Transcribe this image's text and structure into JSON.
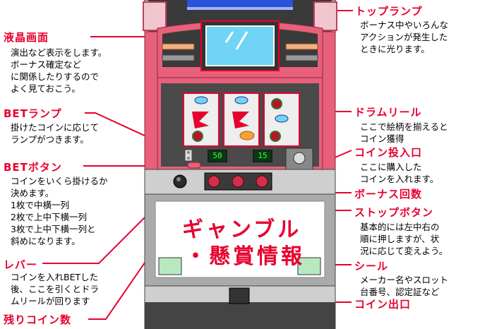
{
  "labels": {
    "top_lamp": {
      "title": "トップランプ",
      "desc": "ボーナス中やいろんな\nアクションが発生した\nときに光ります。"
    },
    "lcd": {
      "title": "液晶画面",
      "desc": "演出など表示をします。\nボーナス確定など\nに関係したりするので\nよく見ておこう。"
    },
    "bet_lamp": {
      "title": "BETランプ",
      "desc": "掛けたコインに応じて\nランプがつきます。"
    },
    "bet_button": {
      "title": "BETボタン",
      "desc": "コインをいくら掛けるか\n決めます。\n1枚で中横一列\n2枚で上中下横一列\n3枚で上中下横一列と\n斜めになります。"
    },
    "lever": {
      "title": "レバー",
      "desc": "コインを入れBETした\n後、ここを引くとドラ\nムリールが回ります"
    },
    "remaining_coins": {
      "title": "残りコイン数"
    },
    "drum_reel": {
      "title": "ドラムリール",
      "desc": "ここで絵柄を揃えると\nコイン獲得"
    },
    "coin_slot": {
      "title": "コイン投入口",
      "desc": "ここに購入した\nコインを入れます。"
    },
    "bonus_count": {
      "title": "ボーナス回数"
    },
    "stop_button": {
      "title": "ストップボタン",
      "desc": "基本的には左中右の\n順に押しますが、状\n況に応じて変えよう。"
    },
    "seal": {
      "title": "シール",
      "desc": "メーカー名やスロット\n台番号、認定証など"
    },
    "coin_outlet": {
      "title": "コイン出口"
    }
  },
  "machine": {
    "counter_left": "50",
    "counter_right": "15",
    "panel_line1": "ギャンブル",
    "panel_line2": "・懸賞情報"
  },
  "colors": {
    "accent": "#e8002e",
    "body_pink": "#e8607a",
    "dark": "#2a2a2a"
  }
}
